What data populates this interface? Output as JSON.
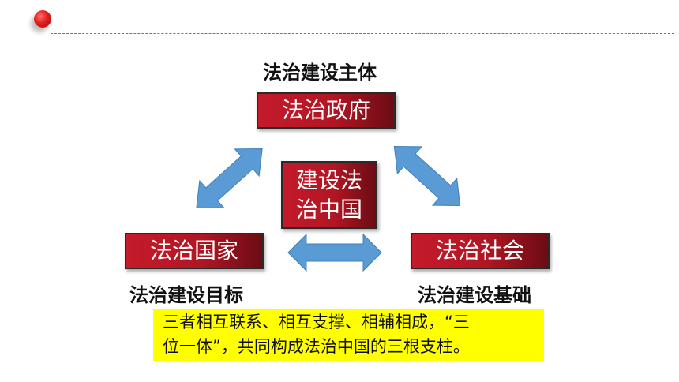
{
  "header": {
    "bullet_color": "#e11d1d",
    "line_color": "#d94a4a"
  },
  "top": {
    "caption": "法治建设主体",
    "box": "法治政府"
  },
  "center": {
    "line1": "建设法",
    "line2": "治中国"
  },
  "left": {
    "box": "法治国家",
    "caption": "法治建设目标"
  },
  "right": {
    "box": "法治社会",
    "caption": "法治建设基础"
  },
  "summary": {
    "line1": "三者相互联系、相互支撑、相辅相成，“三",
    "line2": "位一体”，共同构成法治中国的三根支柱。"
  },
  "colors": {
    "box_red": "#b11623",
    "arrow_blue": "#5b9bd5",
    "highlight": "#ffff00"
  }
}
